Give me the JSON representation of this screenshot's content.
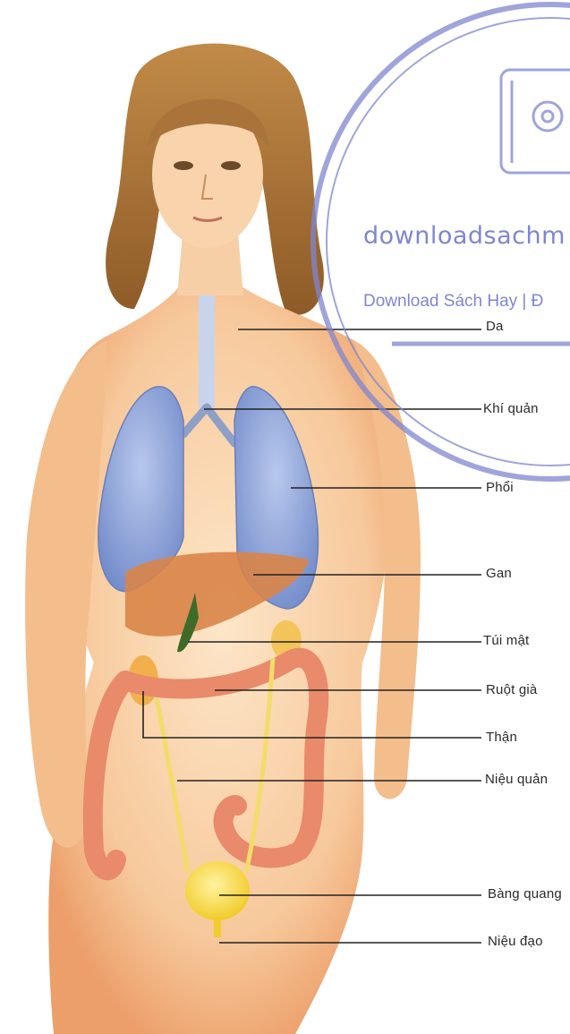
{
  "labels": [
    {
      "id": "da",
      "text": "Da"
    },
    {
      "id": "khi-quan",
      "text": "Khí quản"
    },
    {
      "id": "phoi",
      "text": "Phổi"
    },
    {
      "id": "gan",
      "text": "Gan"
    },
    {
      "id": "tui-mat",
      "text": "Túi mật"
    },
    {
      "id": "ruot-gia",
      "text": "Ruột già"
    },
    {
      "id": "than",
      "text": "Thận"
    },
    {
      "id": "nieu-quan",
      "text": "Niệu quản"
    },
    {
      "id": "bang-quang",
      "text": "Bàng quang"
    },
    {
      "id": "nieu-dao",
      "text": "Niệu đạo"
    }
  ],
  "watermark": {
    "title": "downloadsachm",
    "subtitle": "Download Sách Hay | Đ",
    "icon": "at-sign-book-icon",
    "color": "#7f86cf"
  },
  "colors": {
    "skin": "#f6c79a",
    "lung": "#8fa6dc",
    "liver": "#d9874a",
    "gallbladder": "#3f6a2a",
    "intestine": "#e98a6a",
    "bladder": "#f7d94a",
    "kidney": "#f2b04c",
    "ureter": "#f3dc6a",
    "hair": "#b07a3a"
  }
}
